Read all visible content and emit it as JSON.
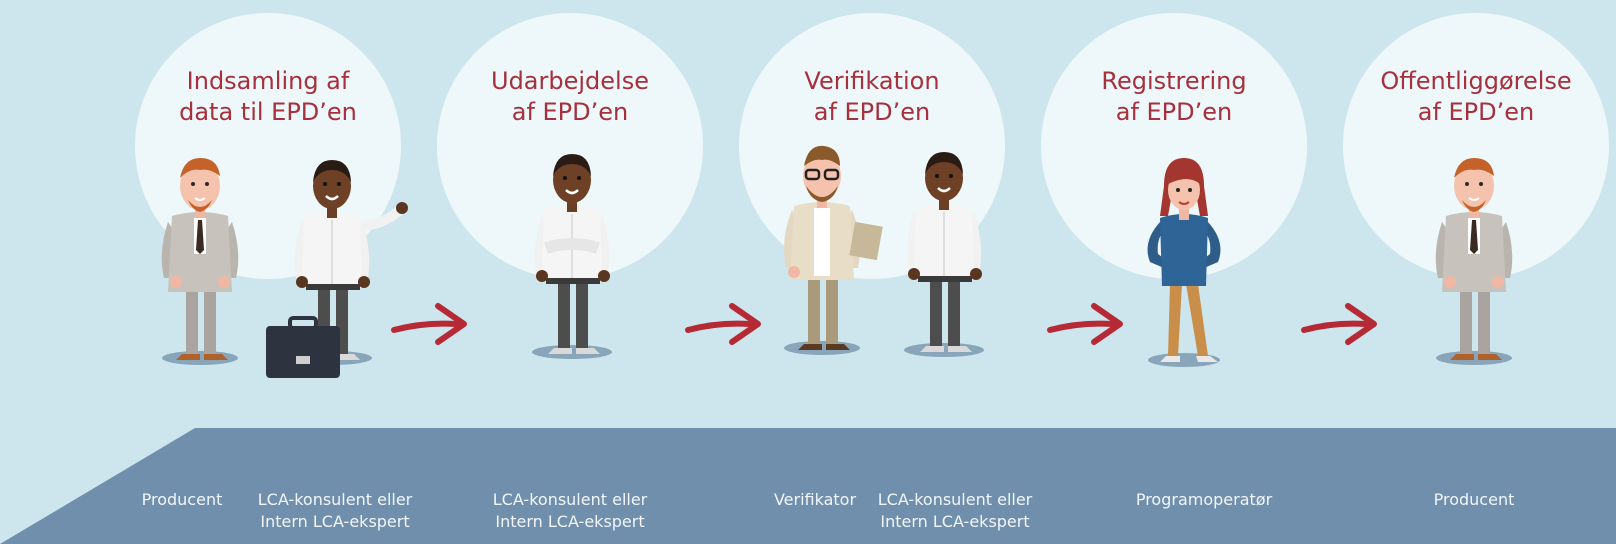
{
  "colors": {
    "background": "#cde6ee",
    "circle": "#eef7f9",
    "floor": "#6f8fad",
    "arrow": "#b52a35",
    "title_text": "#a6303c",
    "role_text": "#f2f6f9"
  },
  "steps": [
    {
      "title_line1": "Indsamling af",
      "title_line2": "data til EPD’en"
    },
    {
      "title_line1": "Udarbejdelse",
      "title_line2": "af EPD’en"
    },
    {
      "title_line1": "Verifikation",
      "title_line2": "af EPD’en"
    },
    {
      "title_line1": "Registrering",
      "title_line2": "af EPD’en"
    },
    {
      "title_line1": "Offentliggørelse",
      "title_line2": "af EPD’en"
    }
  ],
  "roles": [
    {
      "line1": "Producent",
      "line2": ""
    },
    {
      "line1": "LCA-konsulent eller",
      "line2": "Intern LCA-ekspert"
    },
    {
      "line1": "LCA-konsulent eller",
      "line2": "Intern LCA-ekspert"
    },
    {
      "line1": "Verifikator",
      "line2": ""
    },
    {
      "line1": "LCA-konsulent eller",
      "line2": "Intern LCA-ekspert"
    },
    {
      "line1": "Programoperatør",
      "line2": ""
    },
    {
      "line1": "Producent",
      "line2": ""
    }
  ],
  "figures": [
    "producer-figure",
    "consultant-with-briefcase-figure",
    "consultant-arms-crossed-figure",
    "verifier-figure",
    "consultant-figure",
    "program-operator-figure",
    "producer-figure"
  ],
  "arrows": [
    "arrow-right-icon",
    "arrow-right-icon",
    "arrow-right-icon",
    "arrow-right-icon"
  ]
}
